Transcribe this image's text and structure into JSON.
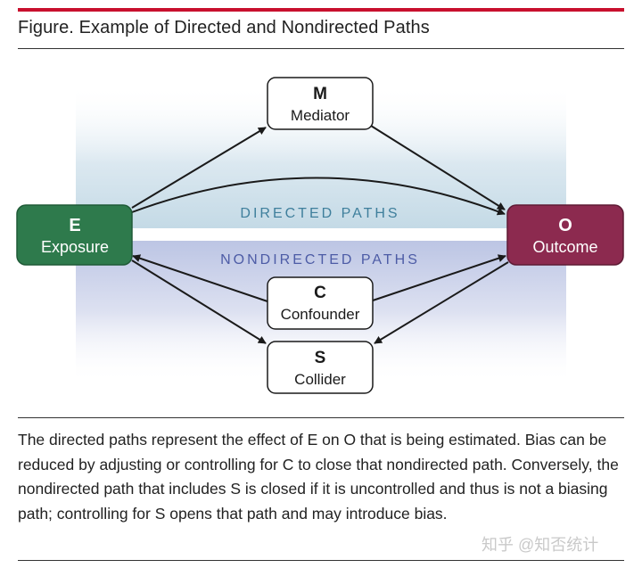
{
  "figure": {
    "title": "Figure. Example of Directed and Nondirected Paths",
    "caption": "The directed paths represent the effect of E on O that is being estimated. Bias can be reduced by adjusting or controlling for C to close that nondirected path. Conversely, the nondirected path that includes S is closed if it is uncontrolled and thus is not a biasing path; controlling for S opens that path and may introduce bias."
  },
  "diagram": {
    "band_labels": {
      "directed": "DIRECTED PATHS",
      "nondirected": "NONDIRECTED PATHS"
    },
    "nodes": {
      "exposure": {
        "letter": "E",
        "label": "Exposure"
      },
      "outcome": {
        "letter": "O",
        "label": "Outcome"
      },
      "mediator": {
        "letter": "M",
        "label": "Mediator"
      },
      "confounder": {
        "letter": "C",
        "label": "Confounder"
      },
      "collider": {
        "letter": "S",
        "label": "Collider"
      }
    },
    "colors": {
      "exposure": "#2e7a4c",
      "outcome": "#8c2a4f",
      "directed_band": "#cfe0ea",
      "nondirected_band": "#c5cbe6",
      "arrow": "#1a1a1a"
    }
  },
  "watermark": "知乎 @知否统计"
}
